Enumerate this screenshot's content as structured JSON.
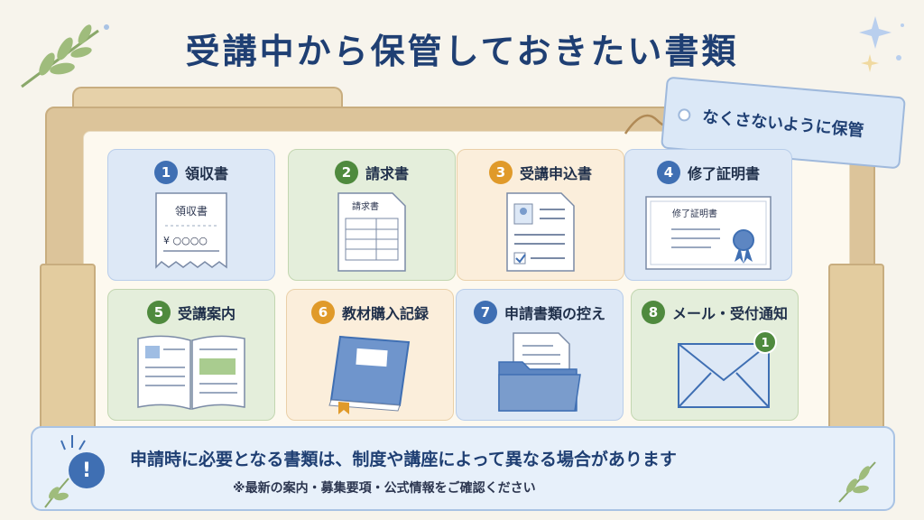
{
  "title": "受講中から保管しておきたい書類",
  "tag_label": "なくさないように保管",
  "cards": [
    {
      "number": "1",
      "label": "領収書",
      "illustration_text": "領収書",
      "illustration_amount": "¥ ○○○○",
      "icon": "receipt-icon"
    },
    {
      "number": "2",
      "label": "請求書",
      "illustration_text": "請求書",
      "icon": "invoice-icon"
    },
    {
      "number": "3",
      "label": "受講申込書",
      "icon": "application-form-icon"
    },
    {
      "number": "4",
      "label": "修了証明書",
      "illustration_text": "修了証明書",
      "icon": "certificate-icon"
    },
    {
      "number": "5",
      "label": "受講案内",
      "icon": "open-book-icon"
    },
    {
      "number": "6",
      "label": "教材購入記録",
      "icon": "notebook-icon"
    },
    {
      "number": "7",
      "label": "申請書類の控え",
      "icon": "document-folder-icon"
    },
    {
      "number": "8",
      "label": "メール・受付通知",
      "badge": "1",
      "icon": "envelope-icon"
    }
  ],
  "notice": {
    "icon": "!",
    "main": "申請時に必要となる書類は、制度や講座によって異なる場合があります",
    "sub": "※最新の案内・募集要項・公式情報をご確認ください"
  },
  "colors": {
    "title": "#1f3f73",
    "blue": "#3f6fb3",
    "green": "#4f8a3e",
    "orange": "#e09a2a",
    "folder": "#dcc49a"
  }
}
